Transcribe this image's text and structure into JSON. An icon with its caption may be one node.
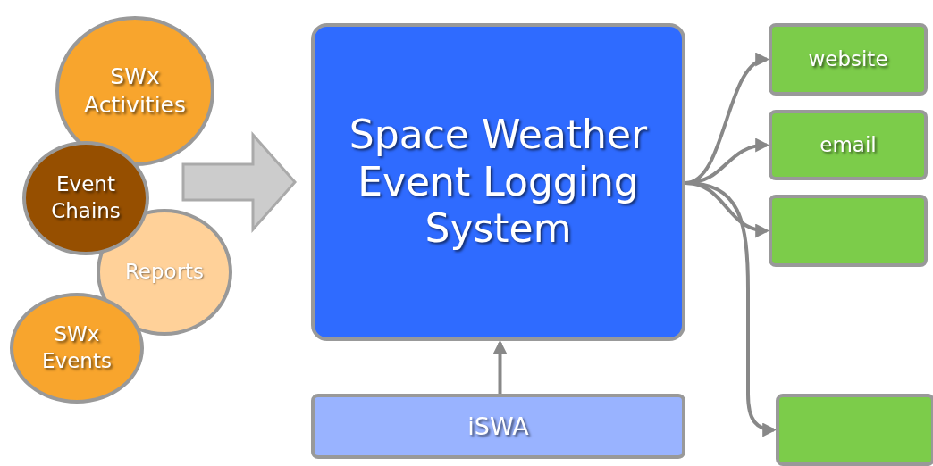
{
  "diagram": {
    "nodes": [
      {
        "text": [
          "SWx Activities"
        ]
      },
      {
        "text": [
          "Event Chains"
        ]
      },
      {
        "text": [
          "Reports"
        ]
      },
      {
        "text": [
          "SWx Events"
        ]
      },
      {
        "text": [
          "Space Weather Event Logging System"
        ]
      },
      {
        "text": [
          "website"
        ]
      },
      {
        "text": [
          "email"
        ]
      },
      {
        "text": [],
        "shape": "box"
      },
      {
        "text": [
          "iSWA"
        ]
      },
      {
        "text": [],
        "shape": "box"
      }
    ],
    "edges": [
      {
        "from": null,
        "to": 4,
        "arrow": "to",
        "style": "thick"
      },
      {
        "from": 8,
        "to": 4,
        "arrow": "to"
      },
      {
        "from": 4,
        "to": 5,
        "arrow": "to"
      },
      {
        "from": 4,
        "to": 6,
        "arrow": "to"
      },
      {
        "from": 4,
        "to": 7,
        "arrow": "to"
      },
      {
        "from": 4,
        "to": 9,
        "arrow": "to"
      }
    ]
  }
}
